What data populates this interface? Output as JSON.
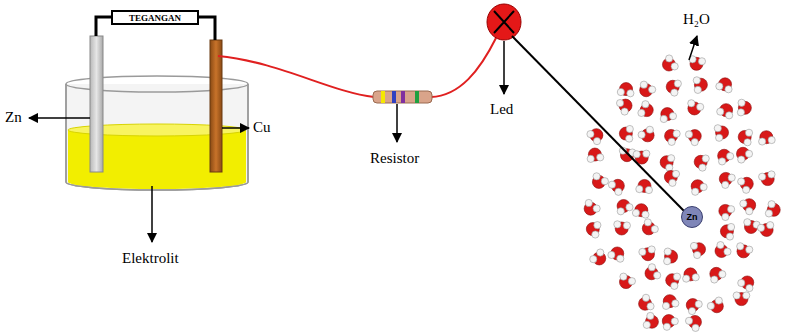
{
  "diagram": {
    "nodes": [
      {
        "text": [
          "TEGANGAN"
        ]
      },
      {
        "text": [
          "Zn"
        ]
      }
    ],
    "labels": [
      "Zn",
      "Cu",
      "Elektrolit",
      "Resistor",
      "Led",
      "H₂O"
    ]
  }
}
